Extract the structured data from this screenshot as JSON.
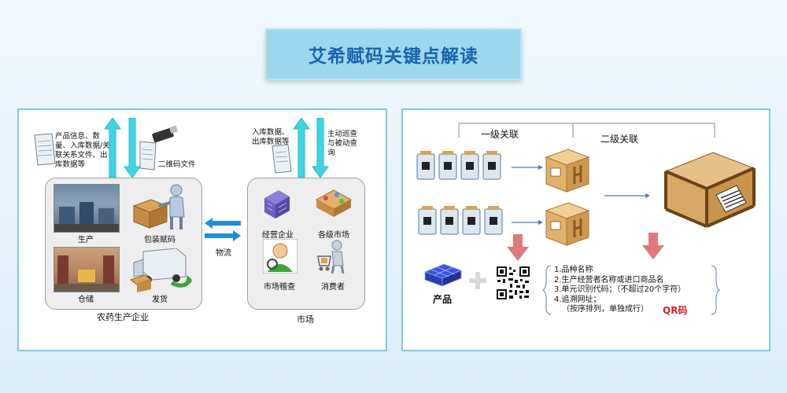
{
  "title": "艾希赋码关键点解读",
  "left": {
    "doc_text_1": "产品信息、数量、入库数据/关联关系文件、出库数据等",
    "usb_label": "二维码文件",
    "enterprise": {
      "label": "农药生产企业",
      "items": [
        "生产",
        "包装赋码",
        "仓储",
        "发货"
      ]
    },
    "logistics_label": "物流",
    "doc_text_2": "入库数据、出库数据等",
    "doc_text_3": "主动巡查与被动查询",
    "market": {
      "label": "市场",
      "items": [
        "经营企业",
        "各级市场",
        "市场稽查",
        "消费者"
      ]
    }
  },
  "right": {
    "level1": "一级关联",
    "level2": "二级关联",
    "product_label": "产品",
    "qr_lines": [
      "1.品种名称",
      "2.生产经营者名称或进口商品名",
      "3.单元识别代码；（不超过20个字符）",
      "4.追溯网址；",
      "（按序排列，单独成行）"
    ],
    "qr_label": "QR码"
  },
  "colors": {
    "title_bg": "#9dd7ee",
    "title_text": "#1763ad",
    "panel_border": "#7fc9ea",
    "arrow_cyan": "#3fd4e2",
    "arrow_blue": "#1f8fd6",
    "arrow_red": "#e07a7a",
    "qr_red": "#e02020"
  }
}
